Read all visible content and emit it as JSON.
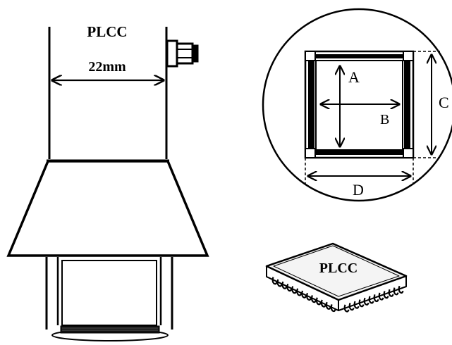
{
  "nozzle": {
    "type_label": "PLCC",
    "width_label": "22mm"
  },
  "detail": {
    "label_a": "A",
    "label_b": "B",
    "label_c": "C",
    "label_d": "D"
  },
  "chip": {
    "label": "PLCC"
  },
  "colors": {
    "line": "#000000",
    "background": "#ffffff",
    "chip_top": "#f4f4f4"
  }
}
